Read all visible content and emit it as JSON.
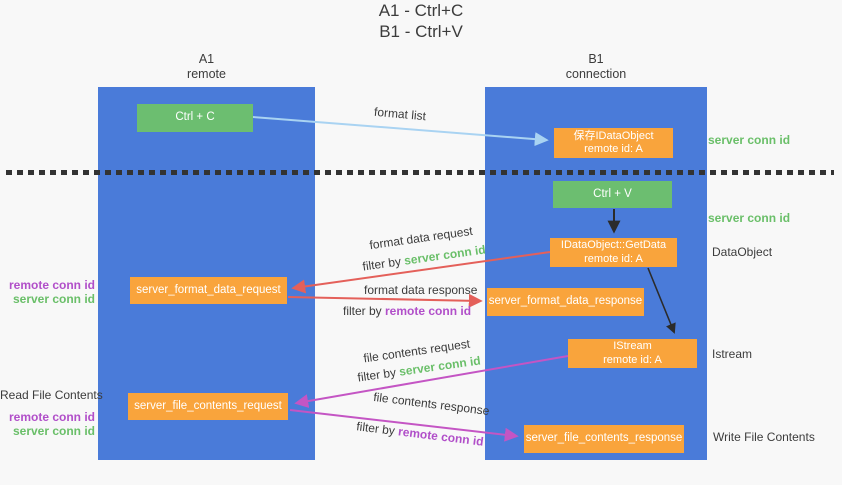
{
  "title": {
    "line1": "A1 - Ctrl+C",
    "line2": "B1 - Ctrl+V"
  },
  "columns": {
    "left": {
      "id": "A1",
      "role": "remote"
    },
    "right": {
      "id": "B1",
      "role": "connection"
    }
  },
  "nodes": {
    "ctrl_c": {
      "label": "Ctrl + C"
    },
    "save_dataobject": {
      "line1": "保存IDataObject",
      "line2": "remote id: A"
    },
    "ctrl_v": {
      "label": "Ctrl + V"
    },
    "getdata": {
      "line1": "IDataObject::GetData",
      "line2": "remote id: A"
    },
    "format_request": {
      "label": "server_format_data_request"
    },
    "format_response": {
      "label": "server_format_data_response"
    },
    "istream": {
      "line1": "IStream",
      "line2": "remote id: A"
    },
    "file_request": {
      "label": "server_file_contents_request"
    },
    "file_response": {
      "label": "server_file_contents_response"
    }
  },
  "flow_labels": {
    "format_list": "format list",
    "format_data_request": "format data request",
    "format_data_response": "format data response",
    "file_contents_request": "file contents request",
    "file_contents_response": "file contents response"
  },
  "filters": {
    "server": {
      "prefix": "filter by ",
      "value": "server conn id"
    },
    "remote": {
      "prefix": "filter by ",
      "value": "remote conn id"
    }
  },
  "side_labels": {
    "right": {
      "server_conn_id_top": "server conn id",
      "server_conn_id_mid": "server conn id",
      "dataobject": "DataObject",
      "istream": "Istream",
      "write_file_contents": "Write File Contents"
    },
    "left": {
      "remote_conn_id_top": "remote conn id",
      "server_conn_id_top": "server conn id",
      "read_file_contents": "Read File Contents",
      "remote_conn_id_bottom": "remote conn id",
      "server_conn_id_bottom": "server conn id"
    }
  },
  "colors": {
    "column_blue": "#4a7bd9",
    "node_green": "#6cbe70",
    "node_orange": "#f9a43c",
    "arrow_light_blue": "#a9d3f2",
    "arrow_red": "#e4605a",
    "arrow_magenta": "#c455c4",
    "arrow_black": "#2b2b2b",
    "label_green": "#6abf69",
    "label_purple": "#b14fc9",
    "text_dark": "#3d3d3d"
  }
}
